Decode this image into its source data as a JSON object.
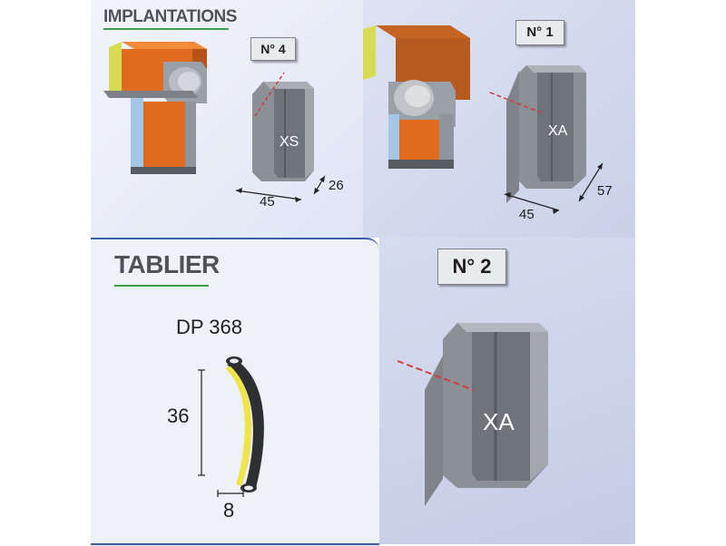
{
  "implantations": {
    "title": "IMPLANTATIONS",
    "badge_left": "N° 4",
    "badge_right": "N° 1",
    "profile_left": "XS",
    "profile_right": "XA",
    "dim_left_width": "45",
    "dim_left_depth": "26",
    "dim_right_width": "45",
    "dim_right_depth": "57"
  },
  "tablier": {
    "title": "TABLIER",
    "model": "DP 368",
    "height": "36",
    "thickness": "8"
  },
  "detail": {
    "badge": "N° 2",
    "profile": "XA"
  },
  "colors": {
    "box_orange": "#e06a1f",
    "aluminium": "#8b9097",
    "slat_yellow": "#efe44a",
    "guide_line": "#d63b3b",
    "heading_underline": "#37a24a"
  }
}
